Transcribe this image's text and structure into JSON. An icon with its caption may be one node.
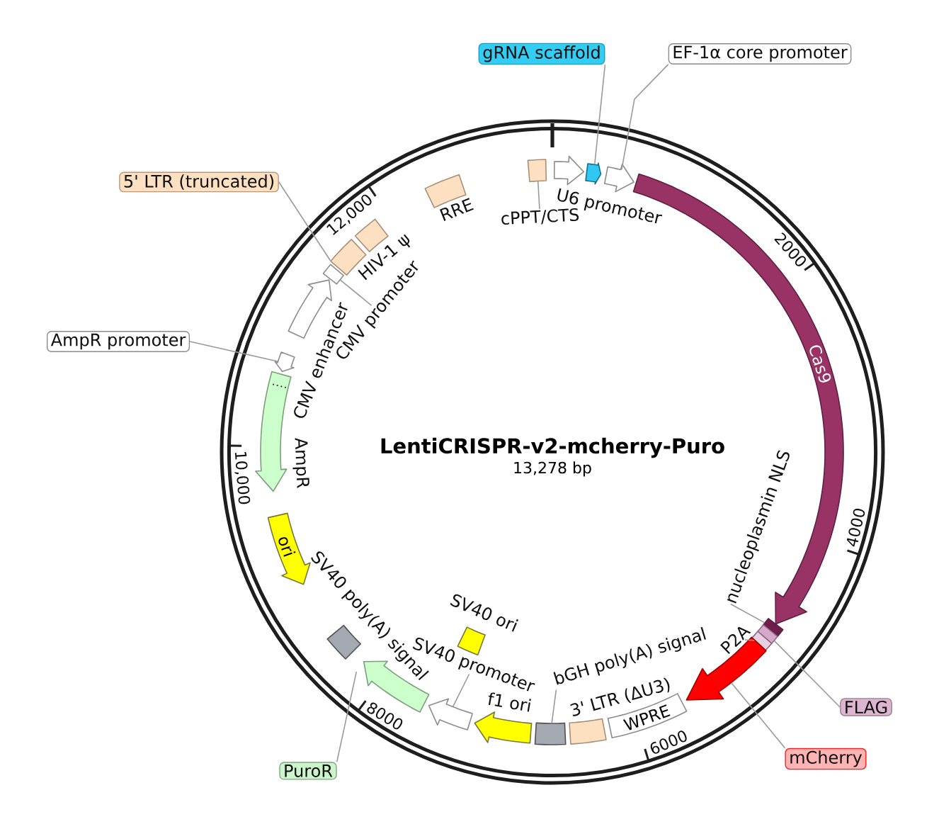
{
  "diagram": {
    "title": "LentiCRISPR-v2-mcherry-Puro",
    "nodes": [
      {
        "text": [
          "gRNA scaffold"
        ]
      },
      {
        "text": [
          "EF-1α core promoter"
        ]
      },
      {
        "text": [
          "5' LTR (truncated)"
        ]
      },
      {
        "text": [
          "AmpR promoter"
        ]
      },
      {
        "text": [
          "FLAG"
        ]
      },
      {
        "text": [
          "mCherry"
        ]
      },
      {
        "text": [
          "PuroR"
        ]
      },
      {
        "text": [],
        "shape": "arrow",
        "beside": [
          "U6 promoter"
        ]
      },
      {
        "text": [],
        "shape": "arrow"
      },
      {
        "text": [],
        "shape": "arrow"
      },
      {
        "text": [
          "Cas9"
        ]
      },
      {
        "text": [],
        "shape": "box"
      },
      {
        "text": [
          "nucleoplasmin NLS"
        ]
      },
      {
        "text": [],
        "shape": "box"
      },
      {
        "text": [],
        "shape": "box"
      },
      {
        "text": [
          "P2A"
        ]
      },
      {
        "text": [],
        "shape": "arrow"
      },
      {
        "text": [
          "WPRE"
        ]
      },
      {
        "text": [],
        "shape": "box",
        "beside": [
          "3' LTR (ΔU3)"
        ]
      },
      {
        "text": [],
        "shape": "box"
      },
      {
        "text": [
          "bGH poly(A) signal"
        ]
      },
      {
        "text": [],
        "shape": "arrow",
        "beside": [
          "f1 ori"
        ]
      },
      {
        "text": [],
        "shape": "arrow"
      },
      {
        "text": [
          "SV40 promoter"
        ]
      },
      {
        "text": [],
        "shape": "box",
        "beside": [
          "SV40 ori"
        ]
      },
      {
        "text": [],
        "shape": "arrow"
      },
      {
        "text": [],
        "shape": "box",
        "beside": [
          "SV40 poly(A) signal"
        ]
      },
      {
        "text": [
          "ori"
        ]
      },
      {
        "text": [],
        "shape": "arrow",
        "beside": [
          "AmpR"
        ]
      },
      {
        "text": [],
        "shape": "arrow"
      },
      {
        "text": [],
        "shape": "arrow",
        "beside": [
          "CMV enhancer"
        ]
      },
      {
        "text": [],
        "shape": "box"
      },
      {
        "text": [
          "CMV promoter"
        ]
      },
      {
        "text": [],
        "shape": "box"
      },
      {
        "text": [],
        "shape": "box",
        "beside": [
          "HIV-1 ψ"
        ]
      },
      {
        "text": [],
        "shape": "box",
        "beside": [
          "RRE"
        ]
      },
      {
        "text": [],
        "shape": "box"
      },
      {
        "text": [
          "cPPT/CTS"
        ]
      }
    ],
    "edges": [
      {
        "from": 0,
        "to": 8,
        "arrow": "none"
      },
      {
        "from": 1,
        "to": 9,
        "arrow": "none"
      },
      {
        "from": 2,
        "to": 33,
        "arrow": "none"
      },
      {
        "from": 3,
        "to": 29,
        "arrow": "none"
      },
      {
        "from": 4,
        "to": 13,
        "arrow": "none"
      },
      {
        "from": 5,
        "to": 16,
        "arrow": "none"
      },
      {
        "from": 6,
        "to": 25,
        "arrow": "none"
      },
      {
        "from": 12,
        "to": 11,
        "arrow": "none"
      },
      {
        "from": 15,
        "to": 14,
        "arrow": "none"
      },
      {
        "from": 20,
        "to": 19,
        "arrow": "none"
      },
      {
        "from": 23,
        "to": 22,
        "arrow": "none"
      },
      {
        "from": 32,
        "to": 31,
        "arrow": "none"
      },
      {
        "from": 37,
        "to": 36,
        "arrow": "none"
      }
    ],
    "labels": [
      "12,000",
      "2000",
      "13,278 bp",
      "10,000",
      "4000",
      "8000",
      "6000"
    ]
  }
}
